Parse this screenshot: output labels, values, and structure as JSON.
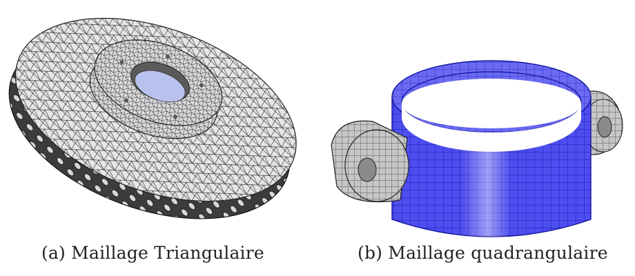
{
  "figures": [
    {
      "label": "(a)",
      "caption": "Maillage Triangulaire",
      "mesh_type": "triangular",
      "colors": {
        "surface": "#e8e8ea",
        "edge": "#2a2a2a",
        "shadow": "#4a4a4a",
        "bore": "#b9c2ee"
      }
    },
    {
      "label": "(b)",
      "caption": "Maillage quadrangulaire",
      "mesh_type": "quadrilateral",
      "colors": {
        "surface": "#4c4cf0",
        "surface_light": "#b4b4f6",
        "edge": "#1414a0",
        "lug": "#c4c4c4",
        "lug_edge": "#333333"
      }
    }
  ]
}
